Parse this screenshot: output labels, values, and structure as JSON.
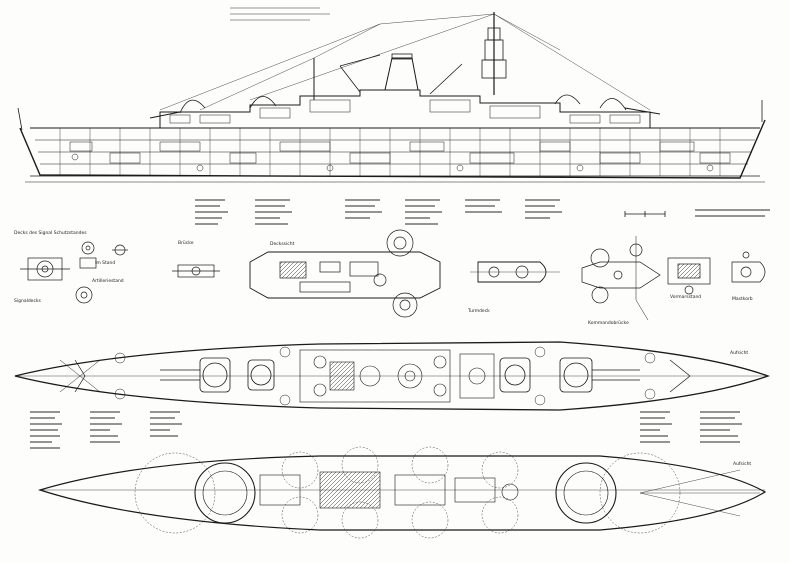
{
  "labels": {
    "signal_deck": "Decks des Signal Schutzstandes",
    "im_stand": "Im Stand",
    "signal_deck_short": "Signaldecks",
    "command_tower": "Kommandobrücke",
    "fire_control_rooms": "Artilleriestand",
    "upper_deck_view": "Deckssicht",
    "tower_deck": "Turmdeck",
    "aufsicht": "Aufsicht",
    "aufsicht_lower": "Aufsicht",
    "fore_top": "Vormarsstand",
    "mast_top": "Mastkorb",
    "bridge": "Brücke"
  },
  "colors": {
    "paper": "#fdfdfb",
    "ink": "#1a1a1a"
  }
}
